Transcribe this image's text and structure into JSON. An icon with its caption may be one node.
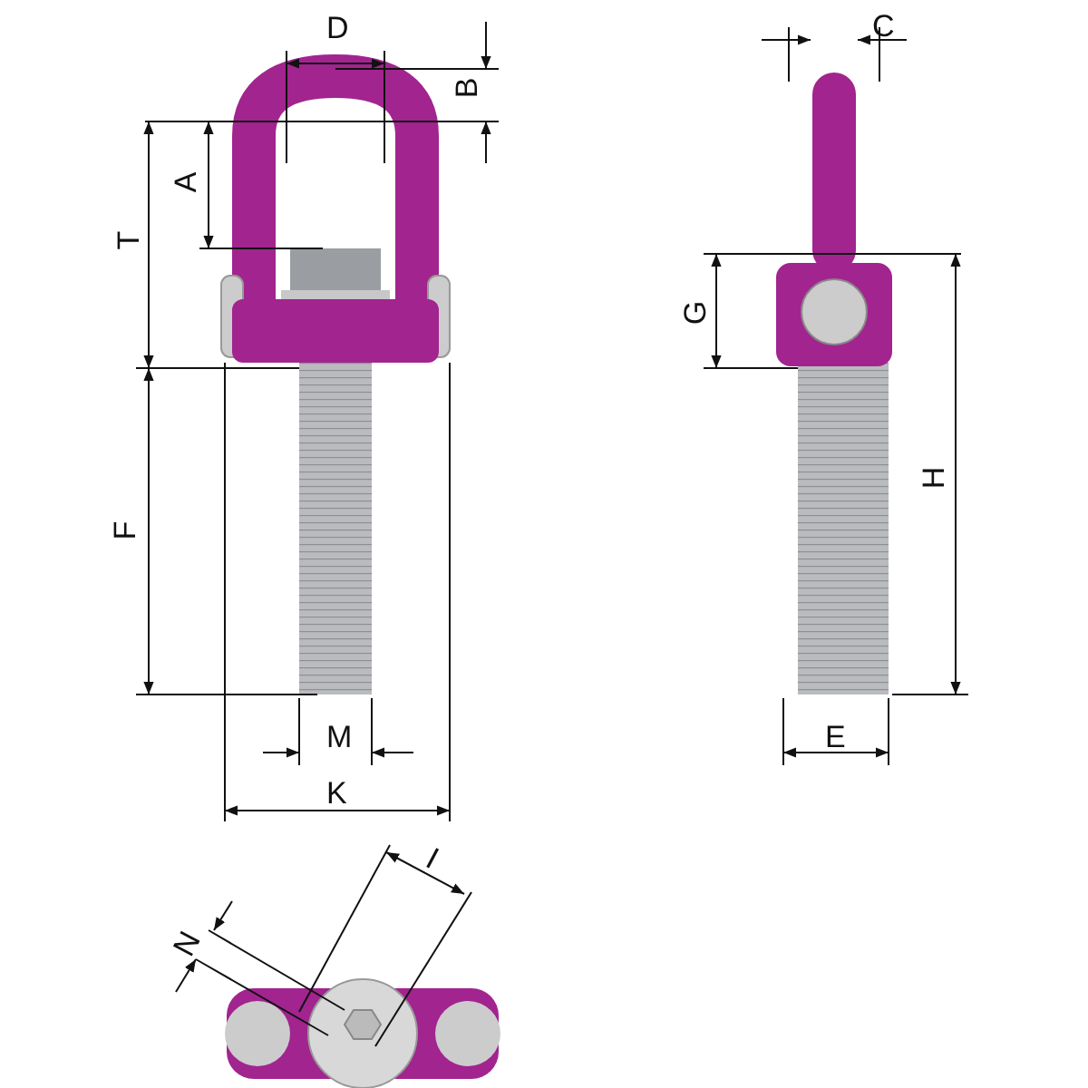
{
  "diagram": {
    "labels": [
      "D",
      "B",
      "C",
      "A",
      "T",
      "G",
      "H",
      "F",
      "M",
      "E",
      "K",
      "I",
      "N"
    ]
  }
}
